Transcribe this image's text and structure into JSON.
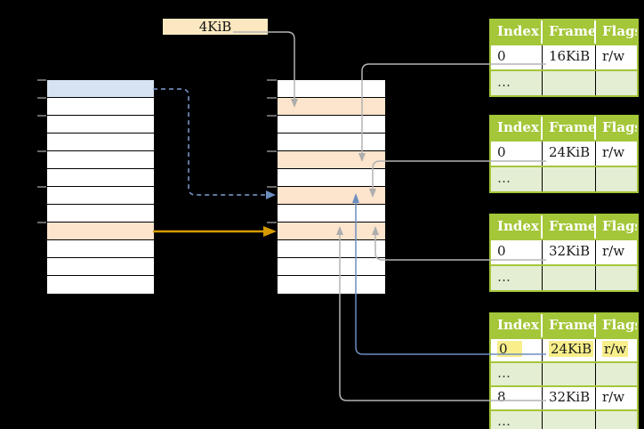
{
  "size_label": {
    "text": "4KiB"
  },
  "virtual_memory_table": {
    "row_count": 12,
    "highlighted_blue_row": 1,
    "highlighted_orange_row": 9,
    "tick_positions_rows": [
      0,
      1,
      2,
      4,
      6,
      8
    ]
  },
  "physical_memory_table": {
    "row_count": 12,
    "highlighted_orange_rows": [
      2,
      5,
      7,
      9
    ],
    "tick_positions_rows": [
      0,
      1,
      2,
      4,
      6,
      8
    ]
  },
  "page_tables": [
    {
      "headers": [
        "Index",
        "Frame",
        "Flags"
      ],
      "rows": [
        {
          "cells": [
            "0",
            "16KiB",
            "r/w"
          ]
        },
        {
          "cells": [
            "…",
            "",
            ""
          ]
        }
      ]
    },
    {
      "headers": [
        "Index",
        "Frame",
        "Flags"
      ],
      "rows": [
        {
          "cells": [
            "0",
            "24KiB",
            "r/w"
          ]
        },
        {
          "cells": [
            "…",
            "",
            ""
          ]
        }
      ]
    },
    {
      "headers": [
        "Index",
        "Frame",
        "Flags"
      ],
      "rows": [
        {
          "cells": [
            "0",
            "32KiB",
            "r/w"
          ]
        },
        {
          "cells": [
            "…",
            "",
            ""
          ]
        }
      ]
    },
    {
      "headers": [
        "Index",
        "Frame",
        "Flags"
      ],
      "rows": [
        {
          "cells": [
            "0",
            "24KiB",
            "r/w"
          ],
          "highlighted": true
        },
        {
          "cells": [
            "…",
            "",
            ""
          ]
        },
        {
          "cells": [
            "8",
            "32KiB",
            "r/w"
          ]
        },
        {
          "cells": [
            "…",
            "",
            ""
          ]
        }
      ]
    }
  ],
  "arrows": [
    "4KiB label to physical frame row 2 (gray)",
    "page table 1 frame 16KiB to physical row 5 (gray)",
    "page table 2 frame 24KiB to physical row 7 (gray)",
    "page table 3 frame 32KiB to physical row 9 (gray)",
    "page table 4 frame 24KiB to physical row 7 (blue)",
    "page table 4 frame 32KiB to physical row 9 (gray)",
    "virtual blue row to physical row 7 (blue dashed)",
    "virtual orange row to physical row 9 (orange)"
  ],
  "colors": {
    "background": "#000000",
    "header_green": "#a4c639",
    "row_light_green": "#e4eed2",
    "row_peach": "#fce4cd",
    "row_blue": "#d7e3f2",
    "label_cream": "#fbe8c0",
    "highlight_yellow": "#f8ee8a",
    "line_gray": "#b3b3b3",
    "line_blue": "#6c8ebf",
    "line_orange": "#d79b00"
  }
}
